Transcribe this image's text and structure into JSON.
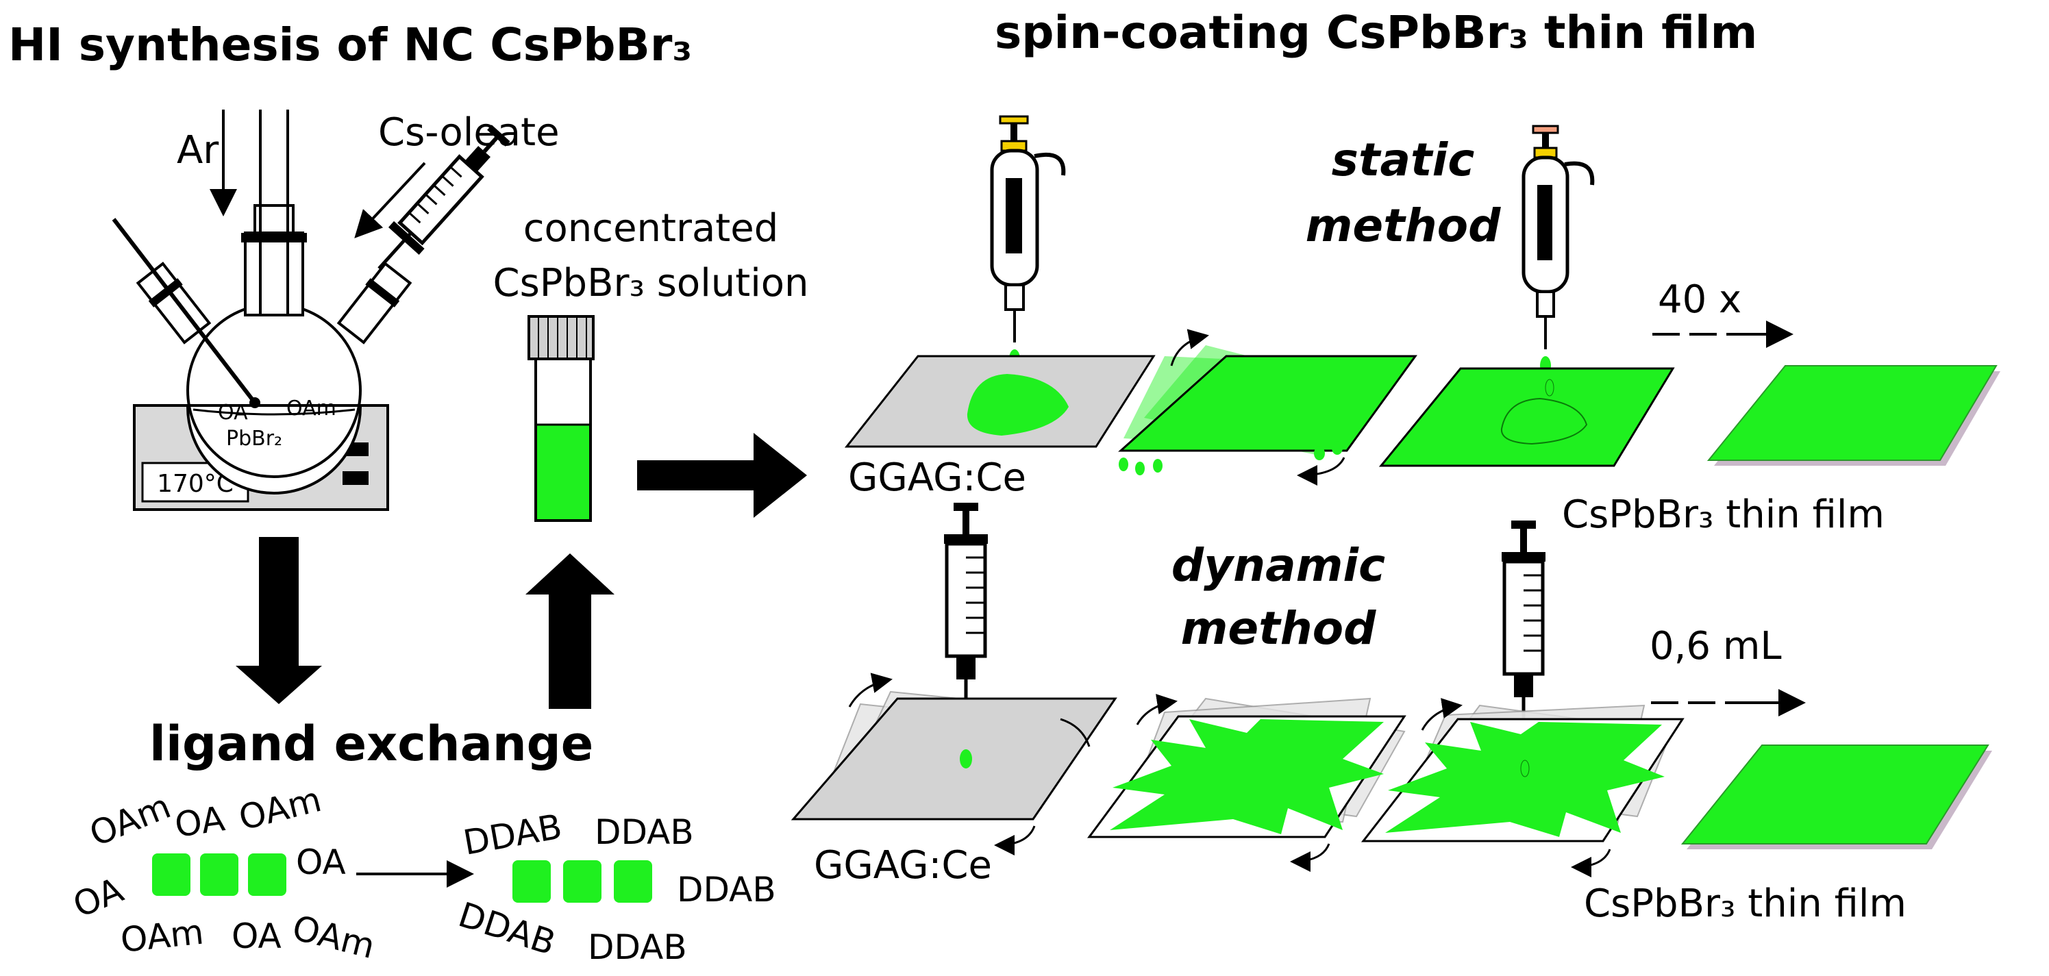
{
  "titles": {
    "left": "HI synthesis of NC CsPbBr₃",
    "right": "spin-coating CsPbBr₃ thin film"
  },
  "synthesis": {
    "gas": "Ar",
    "injection": "Cs-oleate",
    "flask_oa": "OA",
    "flask_oam": "OAm",
    "flask_pbbr2": "PbBr₂",
    "temperature": "170°C"
  },
  "solution": {
    "line1": "concentrated",
    "line2": "CsPbBr₃ solution"
  },
  "ligand": {
    "title": "ligand exchange",
    "before": [
      "OAm",
      "OA",
      "OAm",
      "OA",
      "OA",
      "OAm",
      "OAm",
      "OA"
    ],
    "after": [
      "DDAB",
      "DDAB",
      "DDAB",
      "DDAB",
      "DDAB"
    ]
  },
  "static": {
    "line1": "static",
    "line2": "method",
    "substrate": "GGAG:Ce",
    "repeat": "40 x",
    "result": "CsPbBr₃ thin film"
  },
  "dynamic": {
    "line1": "dynamic",
    "line2": "method",
    "substrate": "GGAG:Ce",
    "volume": "0,6 mL",
    "result": "CsPbBr₃ thin film"
  },
  "colors": {
    "film_green": "#1ff01f",
    "substrate_gray": "#d3d3d3",
    "hotplate_gray": "#d9d9d9",
    "accent_yellow": "#f5d000",
    "arrow_black": "#000000"
  }
}
